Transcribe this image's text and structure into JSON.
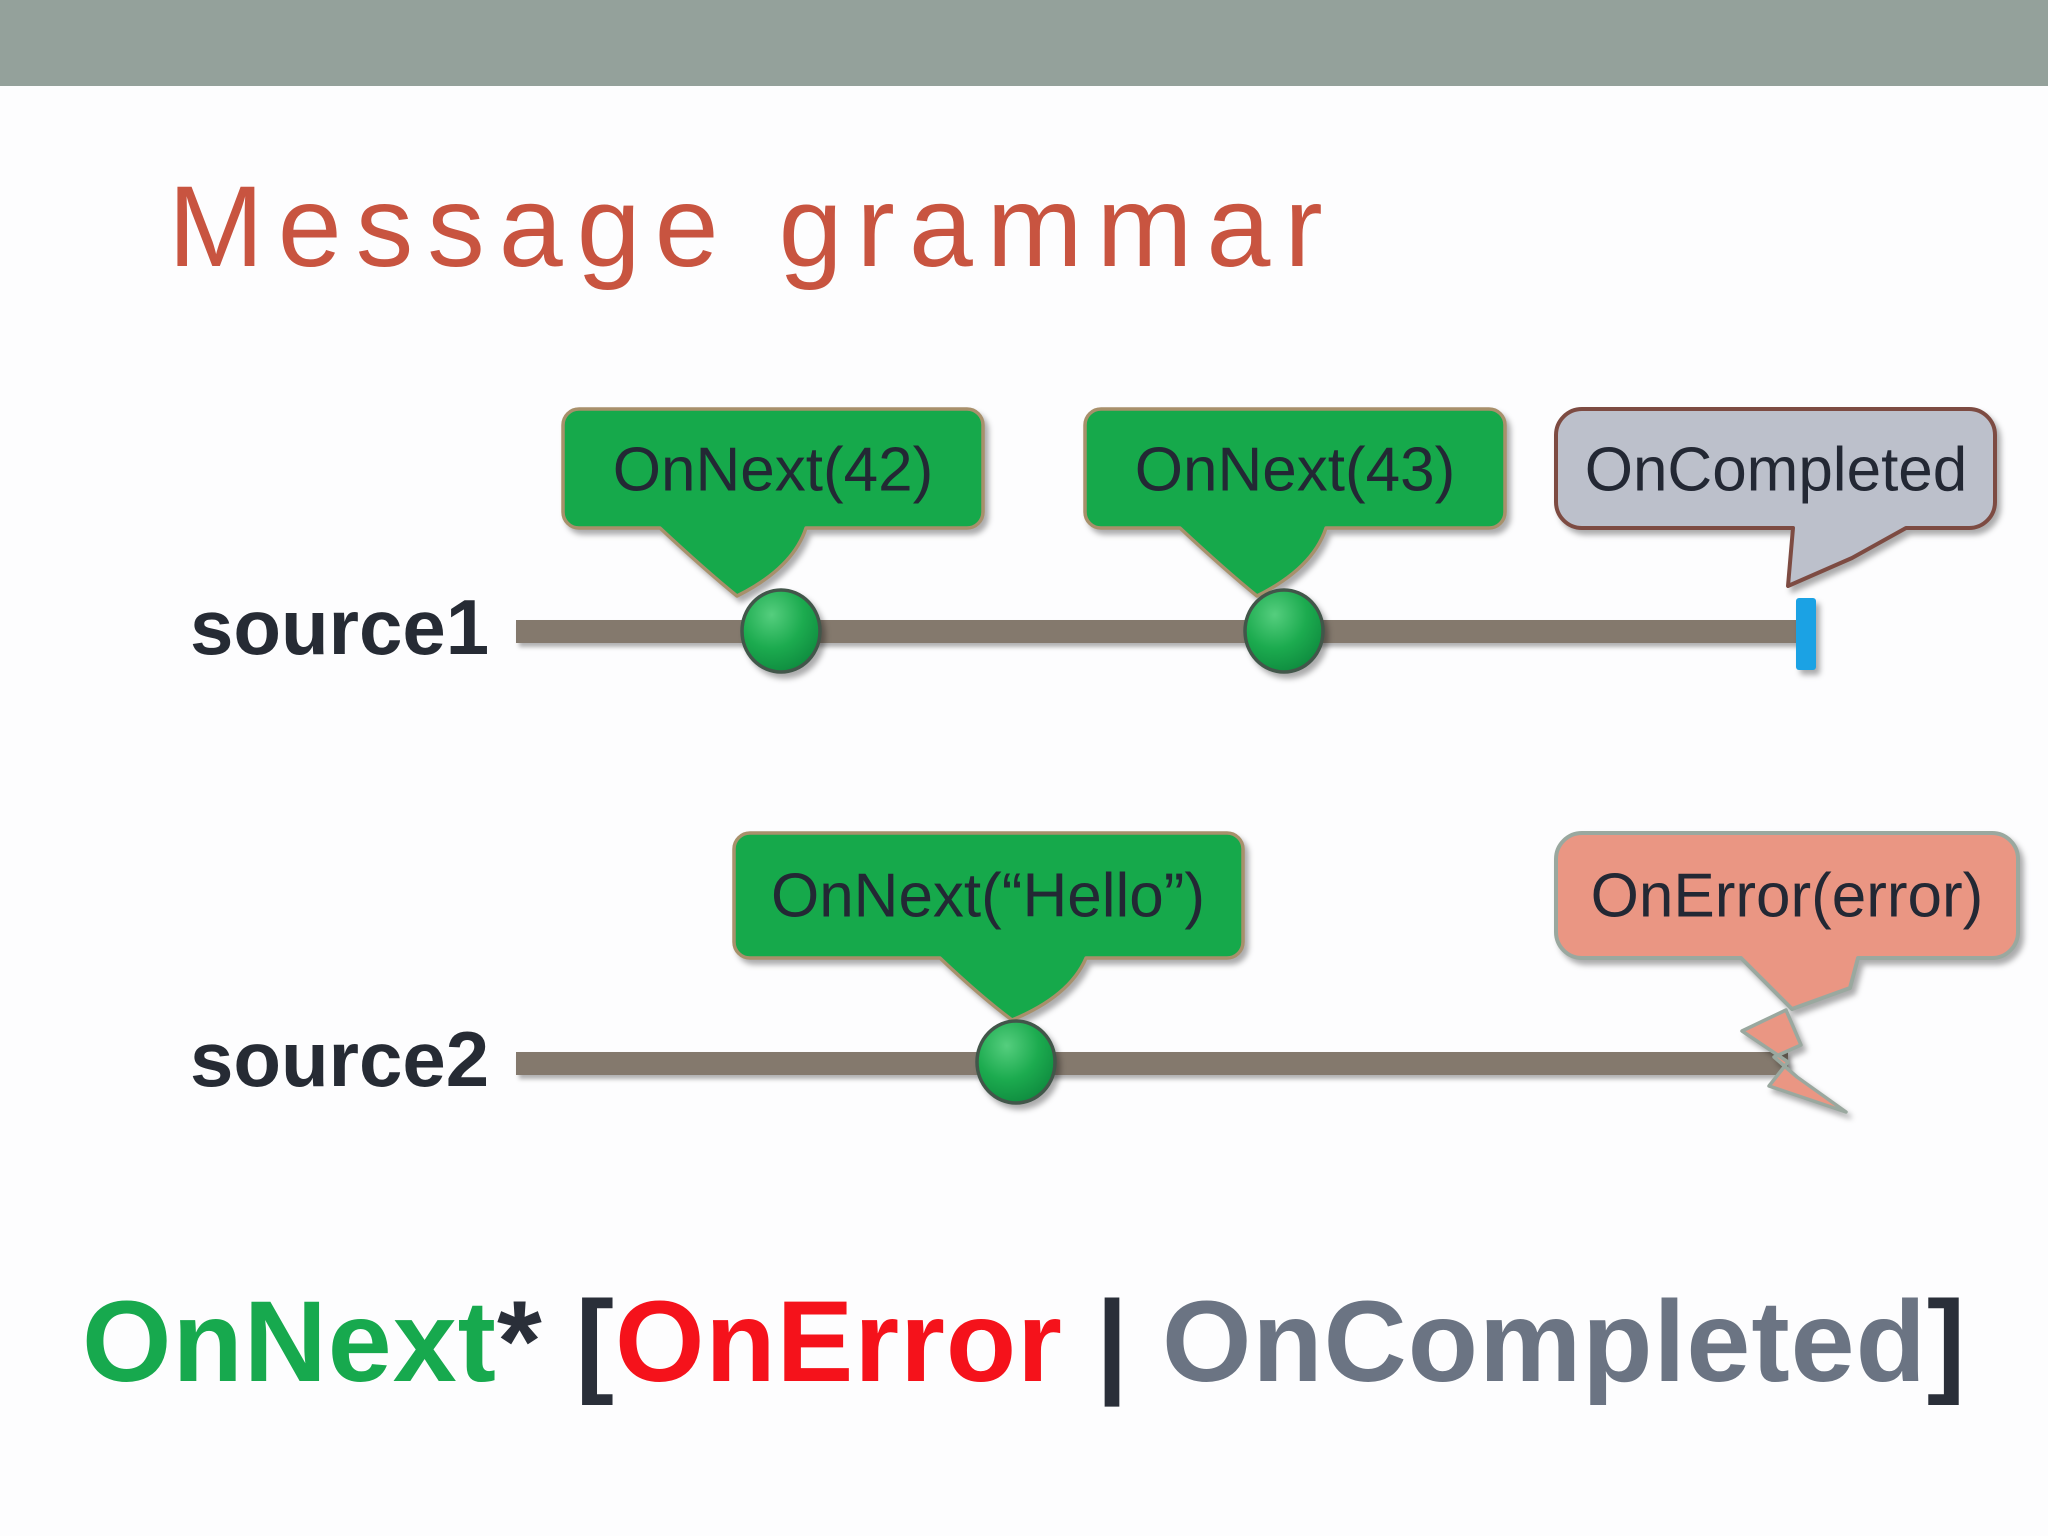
{
  "slide": {
    "title": "Message grammar",
    "timelines": [
      {
        "label": "source1",
        "events": [
          {
            "type": "OnNext",
            "label": "OnNext(42)"
          },
          {
            "type": "OnNext",
            "label": "OnNext(43)"
          },
          {
            "type": "OnCompleted",
            "label": "OnCompleted"
          }
        ]
      },
      {
        "label": "source2",
        "events": [
          {
            "type": "OnNext",
            "label": "OnNext(“Hello”)"
          },
          {
            "type": "OnError",
            "label": "OnError(error)"
          }
        ]
      }
    ],
    "callouts": {
      "onnext42": "OnNext(42)",
      "onnext43": "OnNext(43)",
      "oncompleted": "OnCompleted",
      "onnexthello": "OnNext(“Hello”)",
      "onerror": "OnError(error)"
    },
    "grammar": {
      "onnext": "OnNext",
      "star": "*",
      "open_bracket": " [",
      "onerror": "OnError",
      "pipe": " | ",
      "oncompleted": "OnCompleted",
      "close_bracket": "]"
    },
    "colors": {
      "header_bar": "#94a19b",
      "title": "#c85440",
      "timeline": "#84796d",
      "onnext_bubble_fill": "#16a94b",
      "onnext_bubble_border": "#a8906b",
      "oncompleted_bubble_fill": "#bcc0cb",
      "oncompleted_bubble_border": "#7d4b42",
      "onerror_bubble_fill": "#ea9683",
      "onerror_bubble_border": "#9aa89f",
      "marble_green": "#18a94c",
      "completed_tick_blue": "#1ba2e4",
      "grammar_onnext": "#17a94e",
      "grammar_onerror": "#f5121b",
      "grammar_oncompleted": "#6b7483",
      "grammar_punctuation": "#2a2f39",
      "dark_text": "#232834"
    }
  }
}
